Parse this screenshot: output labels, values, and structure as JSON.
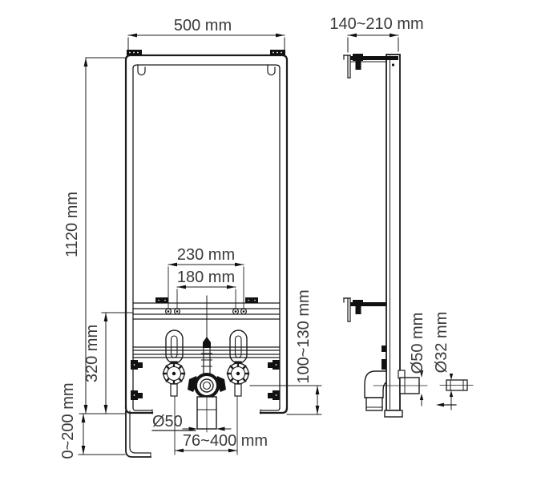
{
  "colors": {
    "background": "#ffffff",
    "line": "#1c1c1c",
    "solid_fill": "#111111",
    "text": "#3a3a3a"
  },
  "labels": {
    "frame_width": "500 mm",
    "wall_offset": "140~210 mm",
    "frame_height": "1120 mm",
    "bolt_spacing_outer": "230 mm",
    "bolt_spacing_inner": "180 mm",
    "lower_section_height": "320 mm",
    "leg_extension": "0~200 mm",
    "drain_center_height": "100~130 mm",
    "drain_diameter": "Ø50",
    "drain_offset_range": "76~400 mm",
    "waste_pipe_diameter": "Ø50 mm",
    "water_pipe_diameter": "Ø32 mm"
  }
}
